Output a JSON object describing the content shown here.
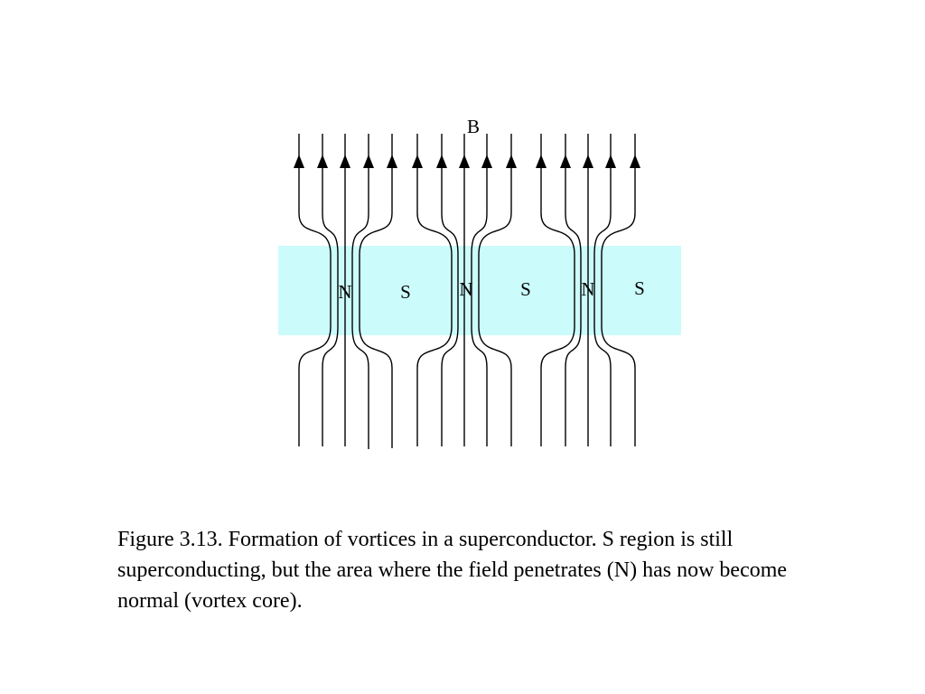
{
  "diagram": {
    "field_label": "B",
    "region_labels": [
      "N",
      "S",
      "N",
      "S",
      "N",
      "S"
    ],
    "superconductor_color": "#ccfbfb",
    "line_color": "#000000",
    "arrow_direction": "up",
    "field_line_count": 15,
    "vortex_count": 3
  },
  "caption": {
    "text": "Figure 3.13.  Formation of vortices in a superconductor.  S region is still superconducting, but the area where the field penetrates (N) has now become normal (vortex core)."
  }
}
